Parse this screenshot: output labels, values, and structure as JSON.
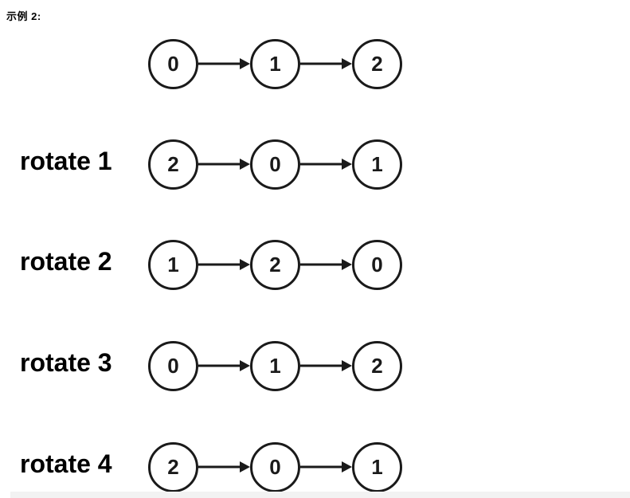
{
  "page": {
    "title": "示例 2:"
  },
  "diagram": {
    "rows": [
      {
        "label": "",
        "nodes": [
          "0",
          "1",
          "2"
        ]
      },
      {
        "label": "rotate 1",
        "nodes": [
          "2",
          "0",
          "1"
        ]
      },
      {
        "label": "rotate 2",
        "nodes": [
          "1",
          "2",
          "0"
        ]
      },
      {
        "label": "rotate 3",
        "nodes": [
          "0",
          "1",
          "2"
        ]
      },
      {
        "label": "rotate 4",
        "nodes": [
          "2",
          "0",
          "1"
        ]
      }
    ]
  },
  "colors": {
    "stroke": "#1a1a1a",
    "text": "#000000",
    "background": "#ffffff",
    "bottom_strip": "#f2f2f2"
  }
}
